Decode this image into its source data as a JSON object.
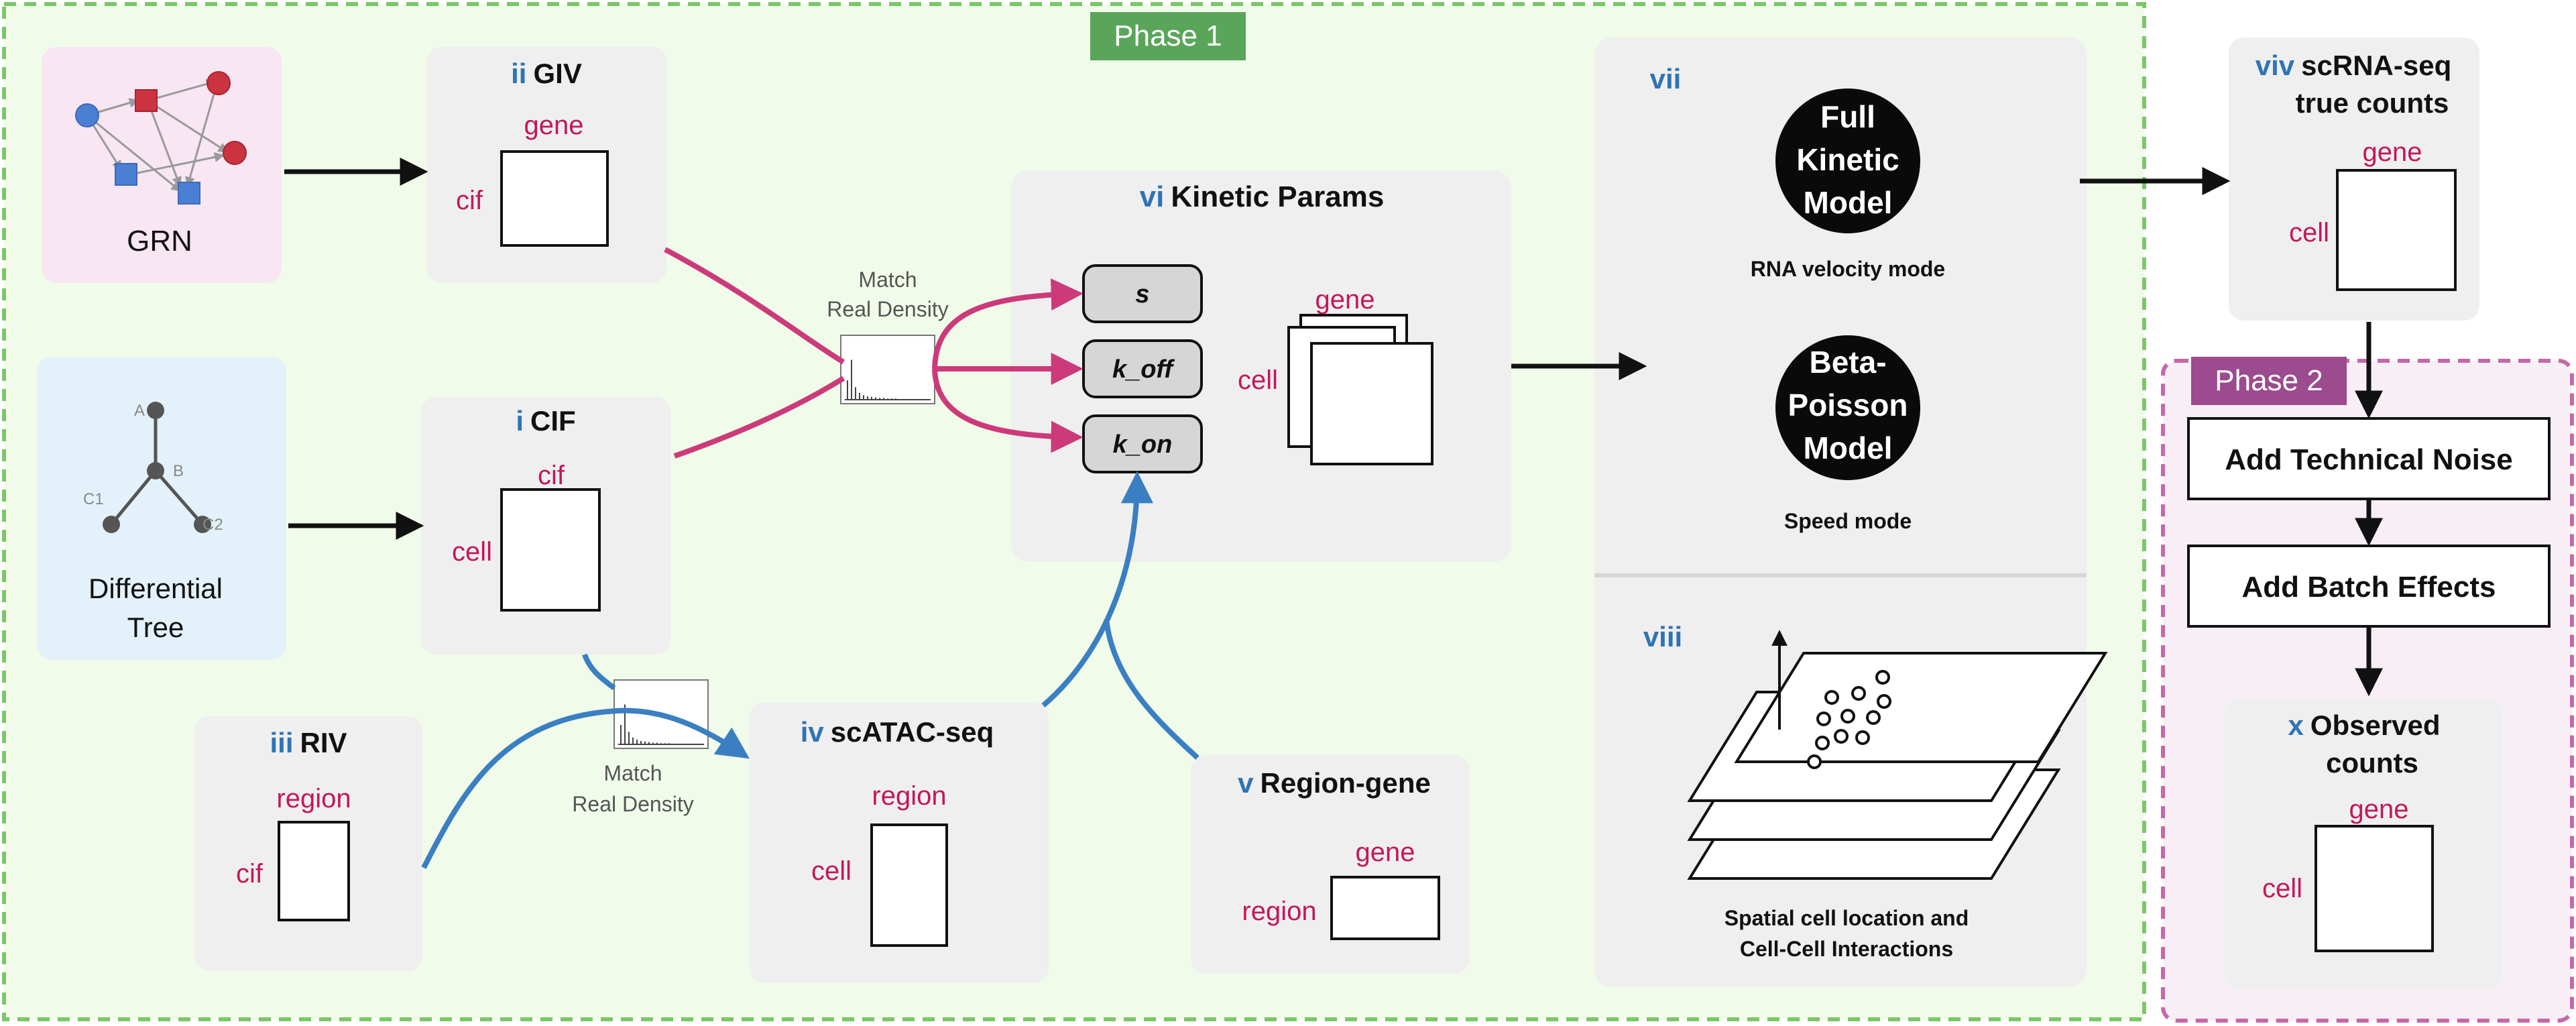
{
  "colors": {
    "phase1_bg": "#f1fbea",
    "phase1_border": "#7cc66b",
    "phase1_tag": "#5aa55a",
    "phase2_bg": "#f8eef5",
    "phase2_border": "#c469a8",
    "phase2_tag": "#9b4b8e",
    "panel_gray": "#efefef",
    "grn_bg": "#f8e6f3",
    "tree_bg": "#e3f2fa",
    "roman_blue": "#2e74b5",
    "label_magenta": "#c2185b",
    "arrow_magenta": "#cc3a7a",
    "arrow_blue": "#3a7fc1"
  },
  "phase1": {
    "label": "Phase 1"
  },
  "phase2": {
    "label": "Phase 2"
  },
  "grn": {
    "label": "GRN"
  },
  "tree": {
    "label_line1": "Differential",
    "label_line2": "Tree",
    "node_a": "A",
    "node_b": "B",
    "node_c1": "C1",
    "node_c2": "C2"
  },
  "giv": {
    "num": "ii",
    "title": "GIV",
    "col_label": "gene",
    "row_label": "cif"
  },
  "cif": {
    "num": "i",
    "title": "CIF",
    "col_label": "cif",
    "row_label": "cell"
  },
  "riv": {
    "num": "iii",
    "title": "RIV",
    "col_label": "region",
    "row_label": "cif"
  },
  "atac": {
    "num": "iv",
    "title": "scATAC-seq",
    "col_label": "region",
    "row_label": "cell"
  },
  "region_gene": {
    "num": "v",
    "title": "Region-gene",
    "col_label": "gene",
    "row_label": "region"
  },
  "kinetic": {
    "num": "vi",
    "title": "Kinetic Params",
    "params": [
      "s",
      "k_off",
      "k_on"
    ],
    "col_label": "gene",
    "row_label": "cell"
  },
  "match_top": {
    "line1": "Match",
    "line2": "Real Density"
  },
  "match_bottom": {
    "line1": "Match",
    "line2": "Real Density"
  },
  "models": {
    "num": "vii",
    "full_line1": "Full",
    "full_line2": "Kinetic",
    "full_line3": "Model",
    "full_caption": "RNA velocity mode",
    "beta_line1": "Beta-",
    "beta_line2": "Poisson",
    "beta_line3": "Model",
    "beta_caption": "Speed mode"
  },
  "spatial": {
    "num": "viii",
    "caption_line1": "Spatial cell location and",
    "caption_line2": "Cell-Cell Interactions"
  },
  "true_counts": {
    "num": "viv",
    "title_line1": "scRNA-seq",
    "title_line2": "true counts",
    "col_label": "gene",
    "row_label": "cell"
  },
  "noise": {
    "label": "Add Technical Noise"
  },
  "batch": {
    "label": "Add Batch Effects"
  },
  "observed": {
    "num": "x",
    "title_line1": "Observed",
    "title_line2": "counts",
    "col_label": "gene",
    "row_label": "cell"
  }
}
